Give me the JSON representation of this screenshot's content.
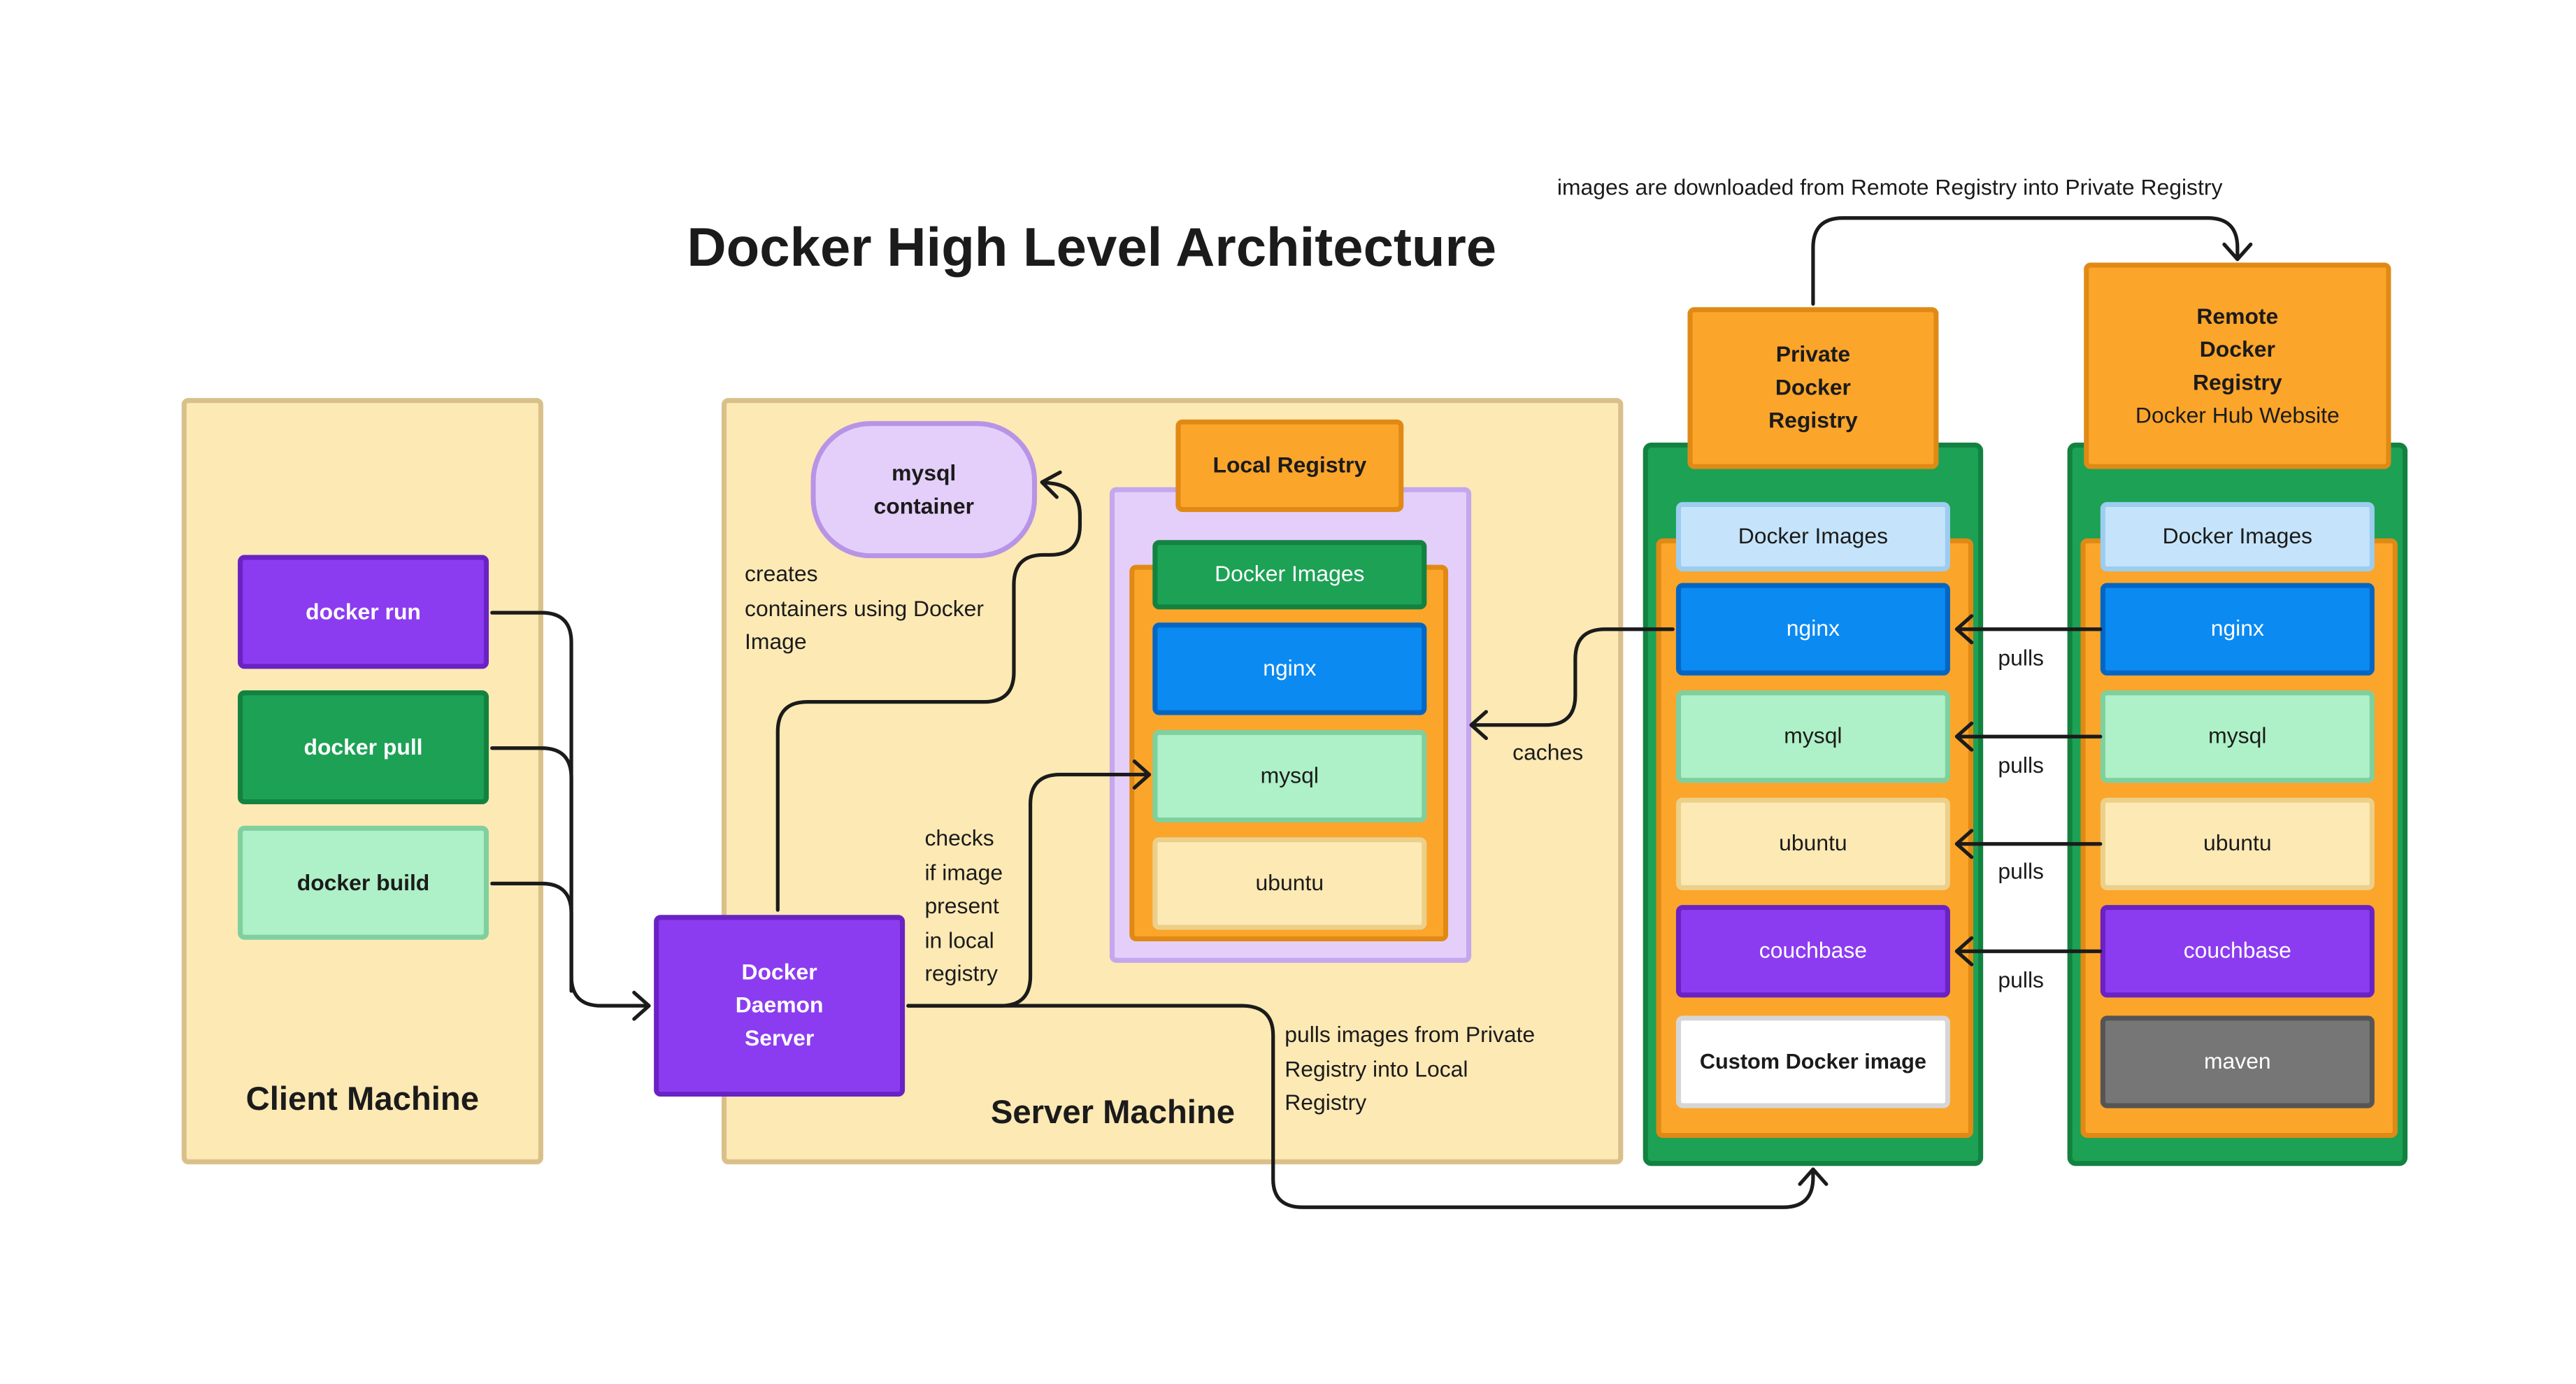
{
  "title": "Docker High Level Architecture",
  "client": {
    "label": "Client Machine",
    "commands": [
      "docker run",
      "docker pull",
      "docker build"
    ]
  },
  "server": {
    "label": "Server Machine",
    "daemon": "Docker\nDaemon\nServer",
    "container": "mysql\ncontainer",
    "creates_note": "creates\ncontainers using Docker\nImage",
    "checks_note": "checks\nif image\npresent\nin local\nregistry",
    "pulls_note": "pulls images from Private\nRegistry into Local\nRegistry",
    "local_registry": {
      "label": "Local Registry",
      "images_label": "Docker Images",
      "images": [
        "nginx",
        "mysql",
        "ubuntu"
      ]
    }
  },
  "private_registry": {
    "label": "Private\nDocker\nRegistry",
    "images_label": "Docker Images",
    "images": [
      "nginx",
      "mysql",
      "ubuntu",
      "couchbase",
      "Custom Docker image"
    ]
  },
  "remote_registry": {
    "label": "Remote\nDocker\nRegistry",
    "sublabel": "Docker Hub Website",
    "images_label": "Docker Images",
    "images": [
      "nginx",
      "mysql",
      "ubuntu",
      "couchbase",
      "maven"
    ]
  },
  "annotations": {
    "download_note": "images are downloaded from Remote Registry into Private Registry",
    "caches": "caches",
    "pulls": [
      "pulls",
      "pulls",
      "pulls",
      "pulls"
    ]
  },
  "colors": {
    "machine_bg": "#fde9b4",
    "registry_bg": "#1da155",
    "images_bg": "#fba52b",
    "local_registry_bg": "#e4cffb",
    "arrow": "#1b1b1b"
  }
}
